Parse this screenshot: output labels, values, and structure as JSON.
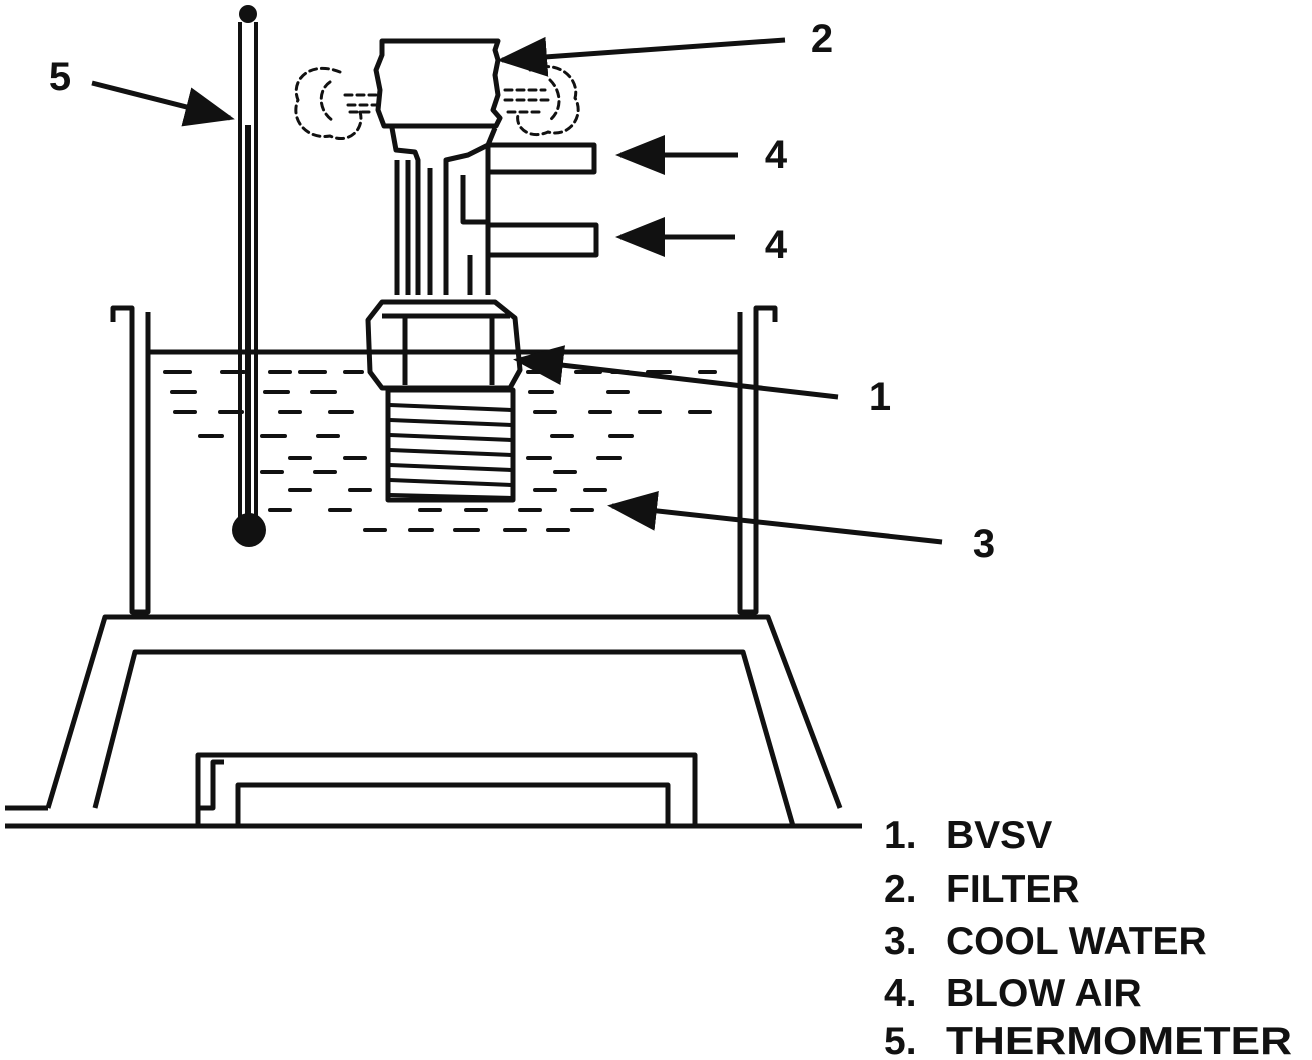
{
  "callouts": [
    {
      "id": "thermometer",
      "number": "5"
    },
    {
      "id": "filter",
      "number": "2"
    },
    {
      "id": "blow-air-upper",
      "number": "4"
    },
    {
      "id": "blow-air-lower",
      "number": "4"
    },
    {
      "id": "bvsv",
      "number": "1"
    },
    {
      "id": "cool-water",
      "number": "3"
    }
  ],
  "legend": [
    {
      "number": "1.",
      "label": "BVSV"
    },
    {
      "number": "2.",
      "label": "FILTER"
    },
    {
      "number": "3.",
      "label": "COOL WATER"
    },
    {
      "number": "4.",
      "label": "BLOW AIR"
    },
    {
      "number": "5.",
      "label": "THERMOMETER"
    }
  ],
  "colors": {
    "ink": "#111111",
    "background": "#ffffff"
  }
}
